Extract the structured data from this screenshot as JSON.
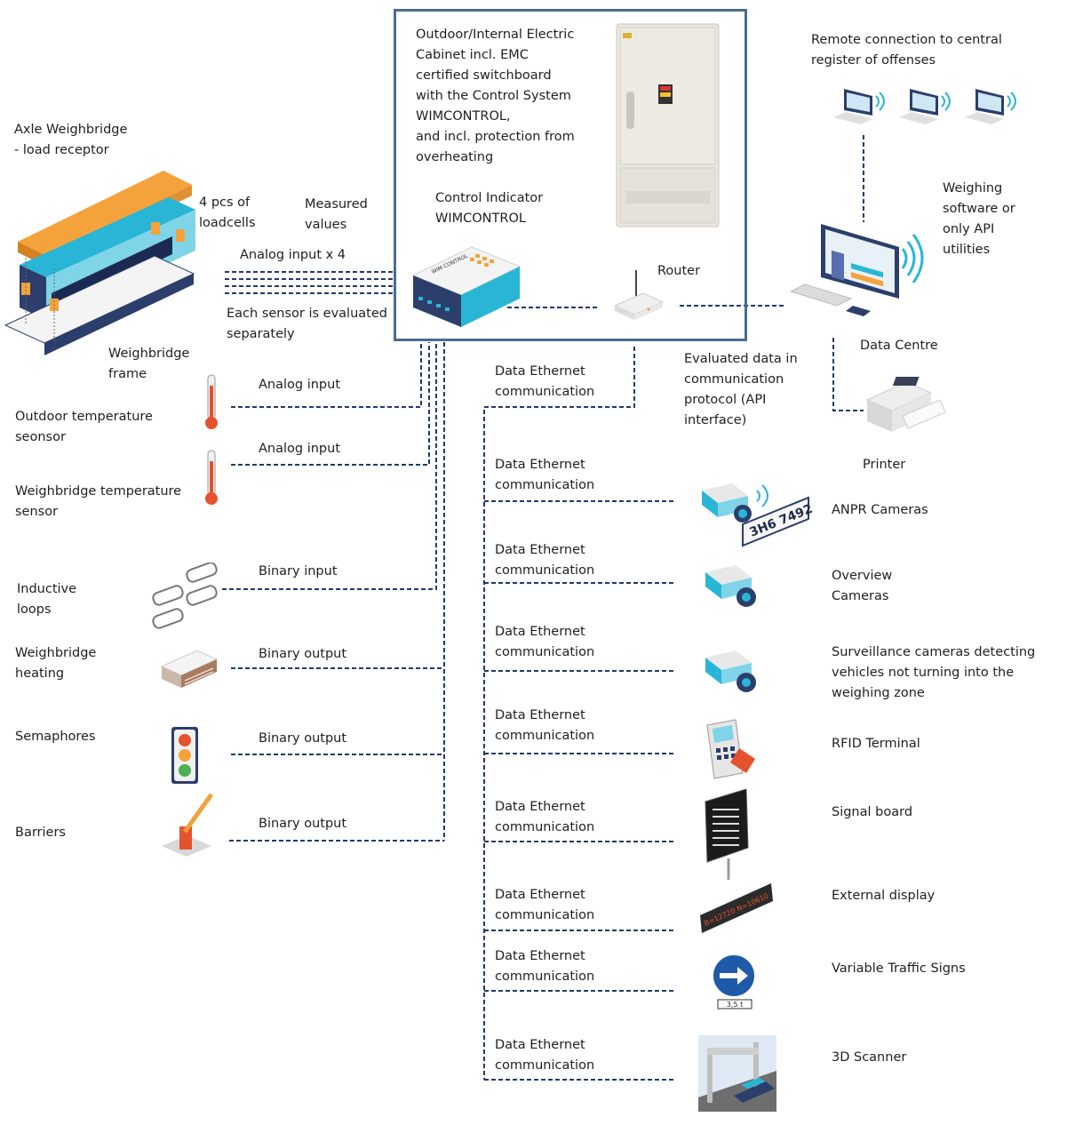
{
  "labels": {
    "cabinet_desc": "Outdoor/Internal Electric\nCabinet incl. EMC\ncertified switchboard\nwith the Control System\nWIMCONTROL,\nand incl. protection from\noverheating",
    "control_indicator": "Control Indicator\nWIMCONTROL",
    "router": "Router",
    "remote_connection": "Remote connection to central\nregister of offenses",
    "weighing_software": "Weighing\nsoftware or\nonly API\nutilities",
    "data_centre": "Data Centre",
    "printer": "Printer",
    "evaluated_data": "Evaluated data in\ncommunication\nprotocol (API\ninterface)",
    "axle_weighbridge": "Axle Weighbridge\n- load receptor",
    "loadcells": "4 pcs of\nloadcells",
    "measured_values": "Measured\nvalues",
    "analog_input_x4": "Analog input x 4",
    "each_sensor": "Each sensor is evaluated\nseparately",
    "weighbridge_frame": "Weighbridge\nframe",
    "analog_input": "Analog input",
    "outdoor_temp": "Outdoor temperature\nseonsor",
    "weighbridge_temp": "Weighbridge  temperature\nsensor",
    "binary_input": "Binary input",
    "binary_output": "Binary output",
    "inductive_loops": "Inductive\nloops",
    "weighbridge_heating": "Weighbridge\nheating",
    "semaphores": "Semaphores",
    "barriers": "Barriers",
    "data_ethernet": "Data Ethernet\ncommunication",
    "anpr": "ANPR Cameras",
    "overview": "Overview\nCameras",
    "surveillance": "Surveillance  cameras detecting\nvehicles not turning  into the\nweighing zone",
    "rfid": "RFID Terminal",
    "signal_board": "Signal board",
    "external_display": "External display",
    "traffic_signs": "Variable Traffic Signs",
    "scanner": "3D Scanner",
    "wim_control_text": "WIM CONTROL",
    "plate_text": "3H6 7492",
    "sign_weight": "3,5 t",
    "display_text": "B=12720  N=10610"
  },
  "colors": {
    "frame": "#4a6c8f",
    "wire": "#1e3a6e",
    "accent_blue": "#29b6d6",
    "accent_orange": "#f4a23c",
    "dark_navy": "#2c3e6b"
  }
}
